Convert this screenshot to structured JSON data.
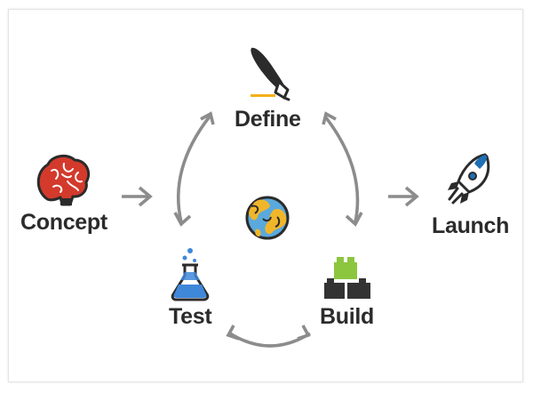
{
  "diagram": {
    "nodes": {
      "concept": "Concept",
      "define": "Define",
      "test": "Test",
      "build": "Build",
      "launch": "Launch"
    },
    "icons": {
      "concept": "brain-icon",
      "define": "pen-nib-icon",
      "test": "flask-icon",
      "build": "building-blocks-icon",
      "launch": "rocket-icon",
      "center": "globe-icon"
    },
    "colors": {
      "text": "#2b2b2b",
      "arrow": "#8c8c8c",
      "brain": "#d33a2c",
      "flask_liquid": "#3f87d9",
      "blocks": "#8cc63f",
      "blocks_dark": "#333333",
      "rocket": "#1f6fb5",
      "globe_land": "#f0b62a",
      "globe_water": "#5aa9dd",
      "pen_accent": "#f3b019"
    }
  }
}
